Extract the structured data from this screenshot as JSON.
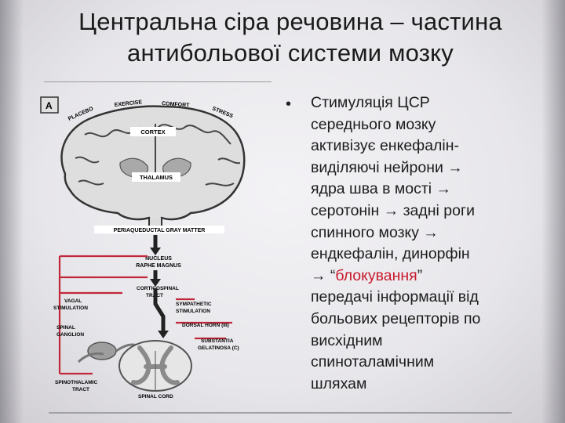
{
  "slide": {
    "title_line1": "Центральна сіра речовина – частина",
    "title_line2": "антибольової системи мозку"
  },
  "figure": {
    "panel_label": "A",
    "labels": {
      "placebo": "PLACEBO",
      "exercise": "EXERCISE",
      "comfort": "COMFORT",
      "stress": "STRESS",
      "cortex": "CORTEX",
      "thalamus": "THALAMUS",
      "pag": "PERIAQUEDUCTAL GRAY MATTER",
      "nucleus": "NUCLEUS",
      "raphe_magnus": "RAPHE MAGNUS",
      "corticospinal": "CORTICOSPINAL",
      "tract": "TRACT",
      "vagal": "VAGAL",
      "stimulation": "STIMULATION",
      "sympathetic": "SYMPATHETIC",
      "sympathetic_stim": "STIMULATION",
      "dorsal_horn": "DORSAL HORN (III)",
      "spinal": "SPINAL",
      "ganglion": "GANGLION",
      "substantia": "SUBSTANTIA",
      "gelatinosa": "GELATINOSA (C)",
      "spinothalamic": "SPINOTHALAMIC",
      "spinothalamic_tract": "TRACT",
      "spinal_cord": "SPINAL CORD"
    },
    "colors": {
      "pathway": "#c0283a",
      "brain_fill": "#dcdcdc",
      "outline": "#333333"
    }
  },
  "bullet": {
    "marker": "•",
    "lines": [
      "Стимуляція ЦСР",
      "середнього мозку",
      "активізує енкефалін-",
      "виділяючі нейрони →",
      "ядра шва в мості →",
      "серотонін  → задні роги",
      "спинного мозку →",
      "ендкефалін, динорфін"
    ],
    "line9_prefix": "→ “",
    "line9_highlight": "блокування",
    "line9_suffix": "”",
    "highlight_color": "#c8192c",
    "lines_after": [
      "передачі інформації від",
      "больових рецепторів по",
      "висхідним",
      "спиноталамічним",
      "шляхам"
    ]
  }
}
